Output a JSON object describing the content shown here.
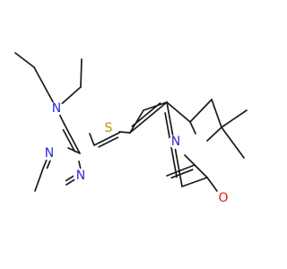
{
  "molecule": {
    "atom_colors": {
      "N": "#2b2bd6",
      "S": "#b39a00",
      "O": "#e01818"
    },
    "labels": {
      "n_amine": "N",
      "n_pyrimidine_upper": "N",
      "n_pyrimidine_lower": "N",
      "s_thiophene": "S",
      "n_pyridine": "N",
      "o_pyran": "O"
    }
  }
}
